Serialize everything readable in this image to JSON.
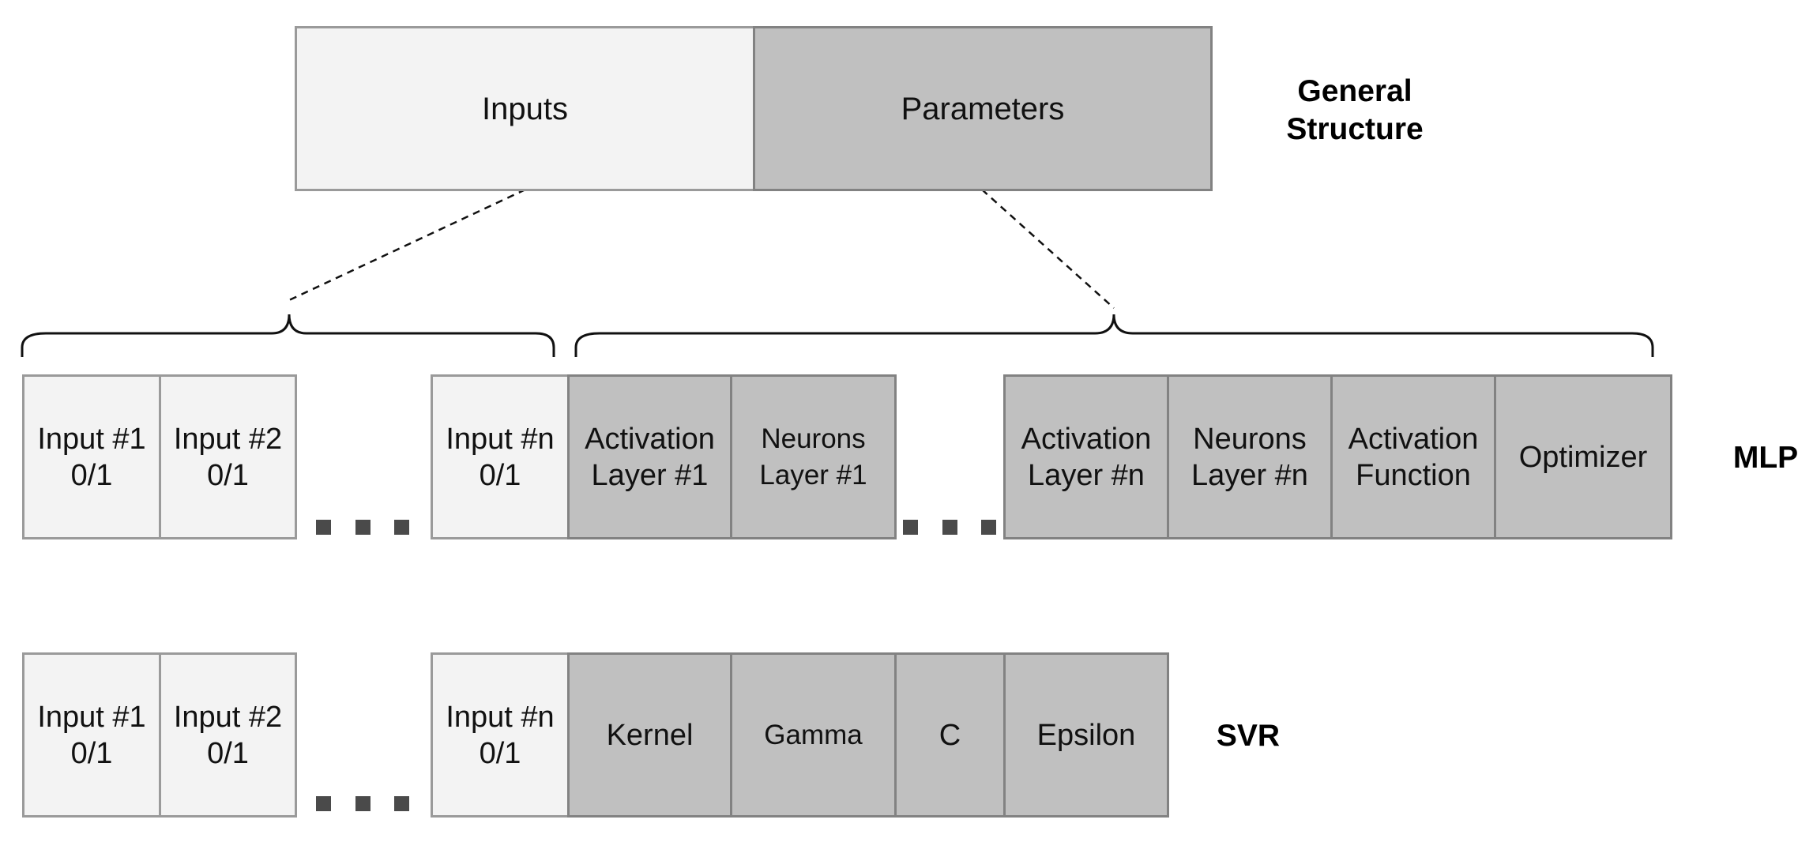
{
  "general": {
    "inputs_label": "Inputs",
    "parameters_label": "Parameters",
    "row_label": "General\nStructure"
  },
  "mlp": {
    "row_label": "MLP",
    "cells": [
      "Input #1\n0/1",
      "Input #2\n0/1",
      "Input #n\n0/1",
      "Activation\nLayer #1",
      "Neurons\nLayer #1",
      "Activation\nLayer #n",
      "Neurons\nLayer #n",
      "Activation\nFunction",
      "Optimizer"
    ]
  },
  "svr": {
    "row_label": "SVR",
    "cells": [
      "Input #1\n0/1",
      "Input #2\n0/1",
      "Input #n\n0/1",
      "Kernel",
      "Gamma",
      "C",
      "Epsilon"
    ]
  },
  "colors": {
    "input_fill": "#f3f3f3",
    "parameter_fill": "#c0c0c0",
    "dots": "#4a4a4a"
  }
}
